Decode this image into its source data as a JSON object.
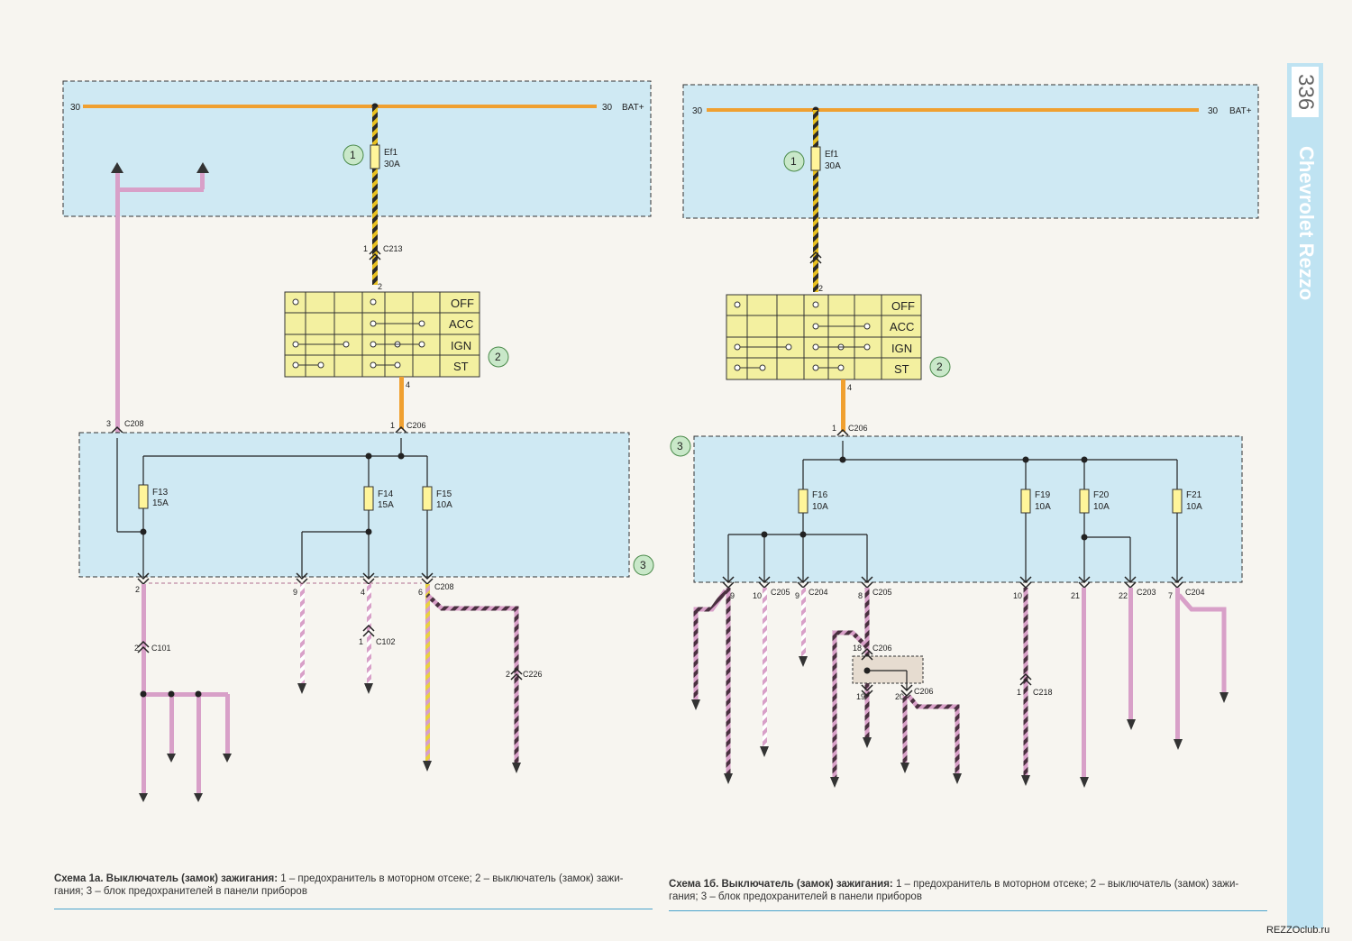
{
  "page": {
    "page_number": "336",
    "brand": "Chevrolet Rezzo",
    "watermark": "REZZOclub.ru"
  },
  "colors": {
    "battery_wire": "#f0a030",
    "pink_wire": "#d8a0c8",
    "block_fill": "#cfe9f3",
    "switch_fill": "#f3f0a0",
    "callout_fill": "#c9e8c9"
  },
  "switch_positions": [
    "OFF",
    "ACC",
    "IGN",
    "ST"
  ],
  "diagram_a": {
    "rail_label_left": "30",
    "rail_label_right": "30",
    "rail_bat": "BAT+",
    "fuse_main": {
      "name": "Ef1",
      "rating": "30A"
    },
    "callout_1": "1",
    "callout_2": "2",
    "callout_3": "3",
    "c213_pin": "1",
    "c213": "C213",
    "switch_pin_top": "2",
    "switch_pin_bottom": "4",
    "c206_pin": "1",
    "c206": "C206",
    "c208_pin": "3",
    "c208": "C208",
    "fuses": [
      {
        "name": "F13",
        "rating": "15A"
      },
      {
        "name": "F14",
        "rating": "15A"
      },
      {
        "name": "F15",
        "rating": "10A"
      }
    ],
    "out_pins": [
      "2",
      "9",
      "4",
      "6"
    ],
    "out_c208": "C208",
    "c101_pin": "2",
    "c101": "C101",
    "c102_pin": "1",
    "c102": "C102",
    "c226_pin": "2",
    "c226": "C226"
  },
  "diagram_b": {
    "rail_label_left": "30",
    "rail_label_right": "30",
    "rail_bat": "BAT+",
    "fuse_main": {
      "name": "Ef1",
      "rating": "30A"
    },
    "callout_1": "1",
    "callout_2": "2",
    "callout_3": "3",
    "switch_pin_top": "2",
    "switch_pin_bottom": "4",
    "c206_pin": "1",
    "c206": "C206",
    "fuses": [
      {
        "name": "F16",
        "rating": "10A"
      },
      {
        "name": "F19",
        "rating": "10A"
      },
      {
        "name": "F20",
        "rating": "10A"
      },
      {
        "name": "F21",
        "rating": "10A"
      }
    ],
    "out_pins": [
      "9",
      "10",
      "9",
      "8",
      "10",
      "21",
      "22",
      "7"
    ],
    "out_connectors": [
      "C205",
      "C204",
      "C205",
      "C203",
      "C204"
    ],
    "c206_mid_pin": "18",
    "c206_mid": "C206",
    "c206_low_pins": [
      "19",
      "20"
    ],
    "c206_low": "C206",
    "c218_pin": "1",
    "c218": "C218"
  },
  "captions": {
    "a_title": "Схема 1а. Выключатель (замок) зажигания:",
    "a_text": " 1 – предохранитель в моторном отсеке; 2 – выключатель (замок) зажи-",
    "a_text2": "гания; 3 – блок предохранителей в панели приборов",
    "b_title": "Схема 1б. Выключатель (замок) зажигания:",
    "b_text": " 1 – предохранитель в моторном отсеке; 2 – выключатель (замок) зажи-",
    "b_text2": "гания; 3 – блок предохранителей в панели приборов"
  }
}
